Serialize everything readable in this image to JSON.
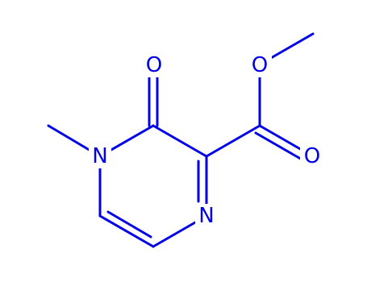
{
  "molecule": {
    "color": "#0000e6",
    "atoms": {
      "n1": "N",
      "n4": "N",
      "o_keto": "O",
      "o_ester": "O",
      "o_carbonyl": "O"
    }
  }
}
